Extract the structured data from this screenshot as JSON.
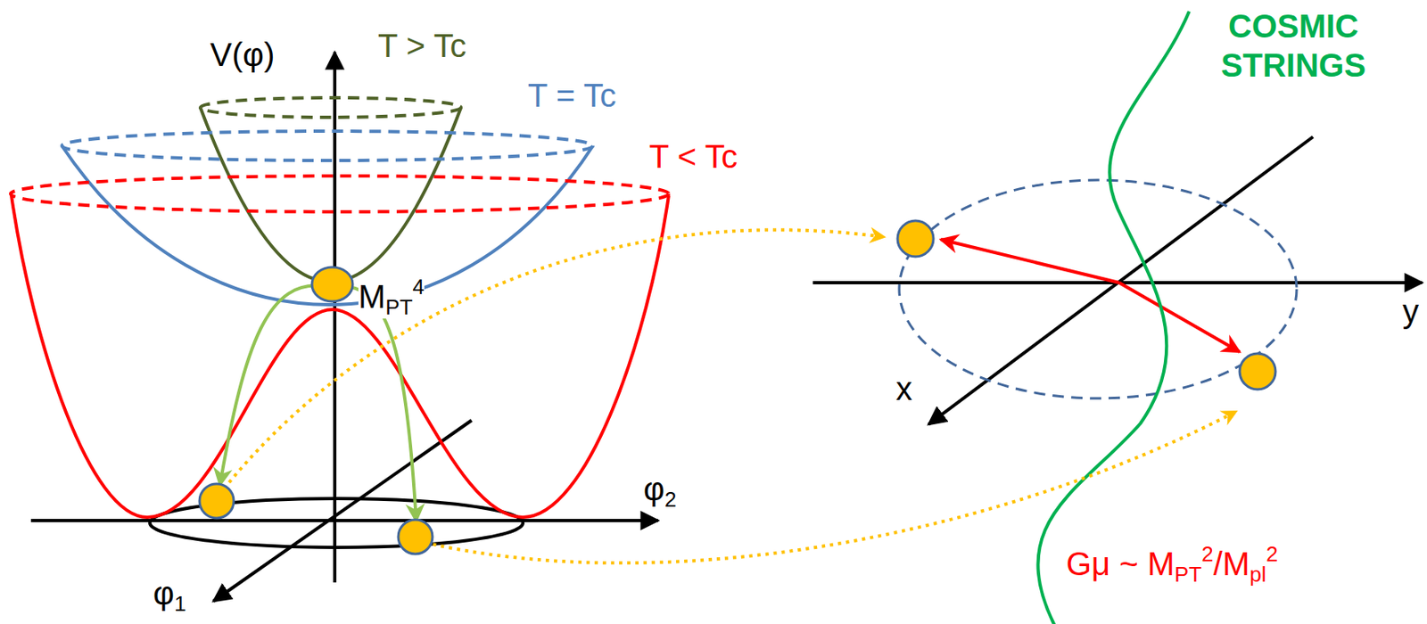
{
  "diagram": {
    "labels": [
      "V(φ)",
      "T > Tc",
      "T = Tc",
      "T < Tc",
      "M",
      "PT",
      "4",
      "φ",
      "2",
      "φ",
      "1",
      "x",
      "y",
      "COSMIC STRINGS",
      "Gμ ~ M",
      "PT",
      "2",
      "/M",
      "pl",
      "2"
    ]
  }
}
